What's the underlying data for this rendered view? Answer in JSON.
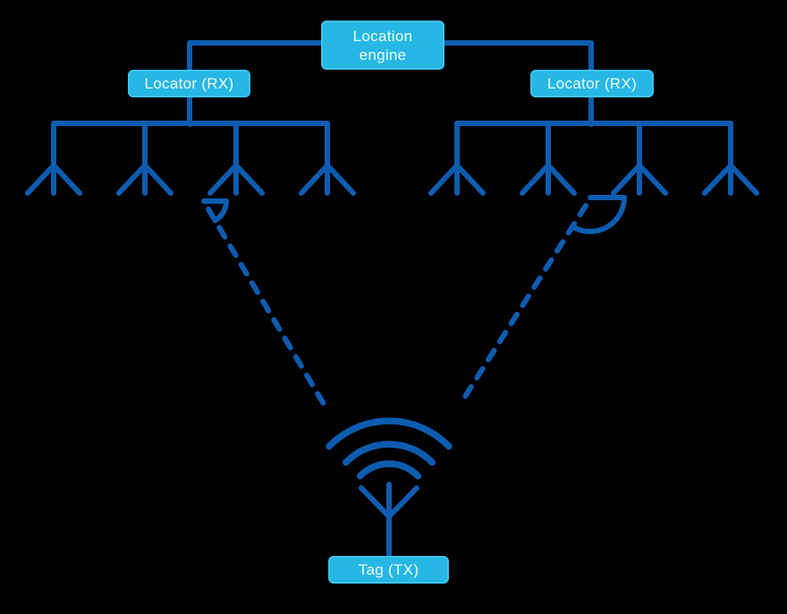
{
  "diagram": {
    "type": "angle-of-arrival-positioning-topology",
    "colors": {
      "background": "#000000",
      "line": "#0d5cb0",
      "box": "#27b7e5",
      "box_border": "#3cc3ec",
      "text": "#eefafd"
    },
    "nodes": {
      "location_engine": {
        "label": "Location engine",
        "line1": "Location",
        "line2": "engine"
      },
      "locator_left": {
        "label": "Locator (RX)"
      },
      "locator_right": {
        "label": "Locator (RX)"
      },
      "tag": {
        "label": "Tag (TX)"
      }
    },
    "antenna_arrays": {
      "left": {
        "antenna_count": 4
      },
      "right": {
        "antenna_count": 4
      }
    },
    "connections": [
      {
        "from": "location_engine",
        "to": "locator_left",
        "style": "solid"
      },
      {
        "from": "location_engine",
        "to": "locator_right",
        "style": "solid"
      },
      {
        "from": "locator_left",
        "to": "antenna_array_left",
        "style": "solid"
      },
      {
        "from": "locator_right",
        "to": "antenna_array_right",
        "style": "solid"
      },
      {
        "from": "tag",
        "to": "antenna_array_left",
        "style": "dashed",
        "marker": "angle-arc"
      },
      {
        "from": "tag",
        "to": "antenna_array_right",
        "style": "dashed",
        "marker": "angle-arc"
      }
    ]
  }
}
